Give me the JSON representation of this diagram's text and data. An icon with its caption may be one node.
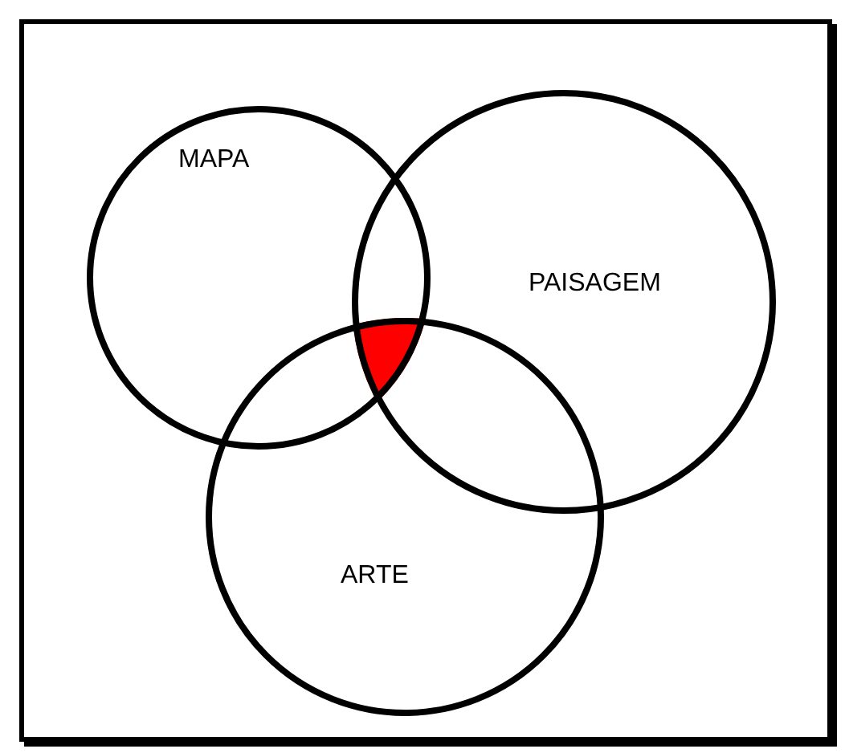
{
  "diagram": {
    "nodes": [
      {
        "text": [
          "MAPA"
        ]
      },
      {
        "text": [
          "PAISAGEM"
        ]
      },
      {
        "text": [
          "ARTE"
        ]
      }
    ]
  }
}
